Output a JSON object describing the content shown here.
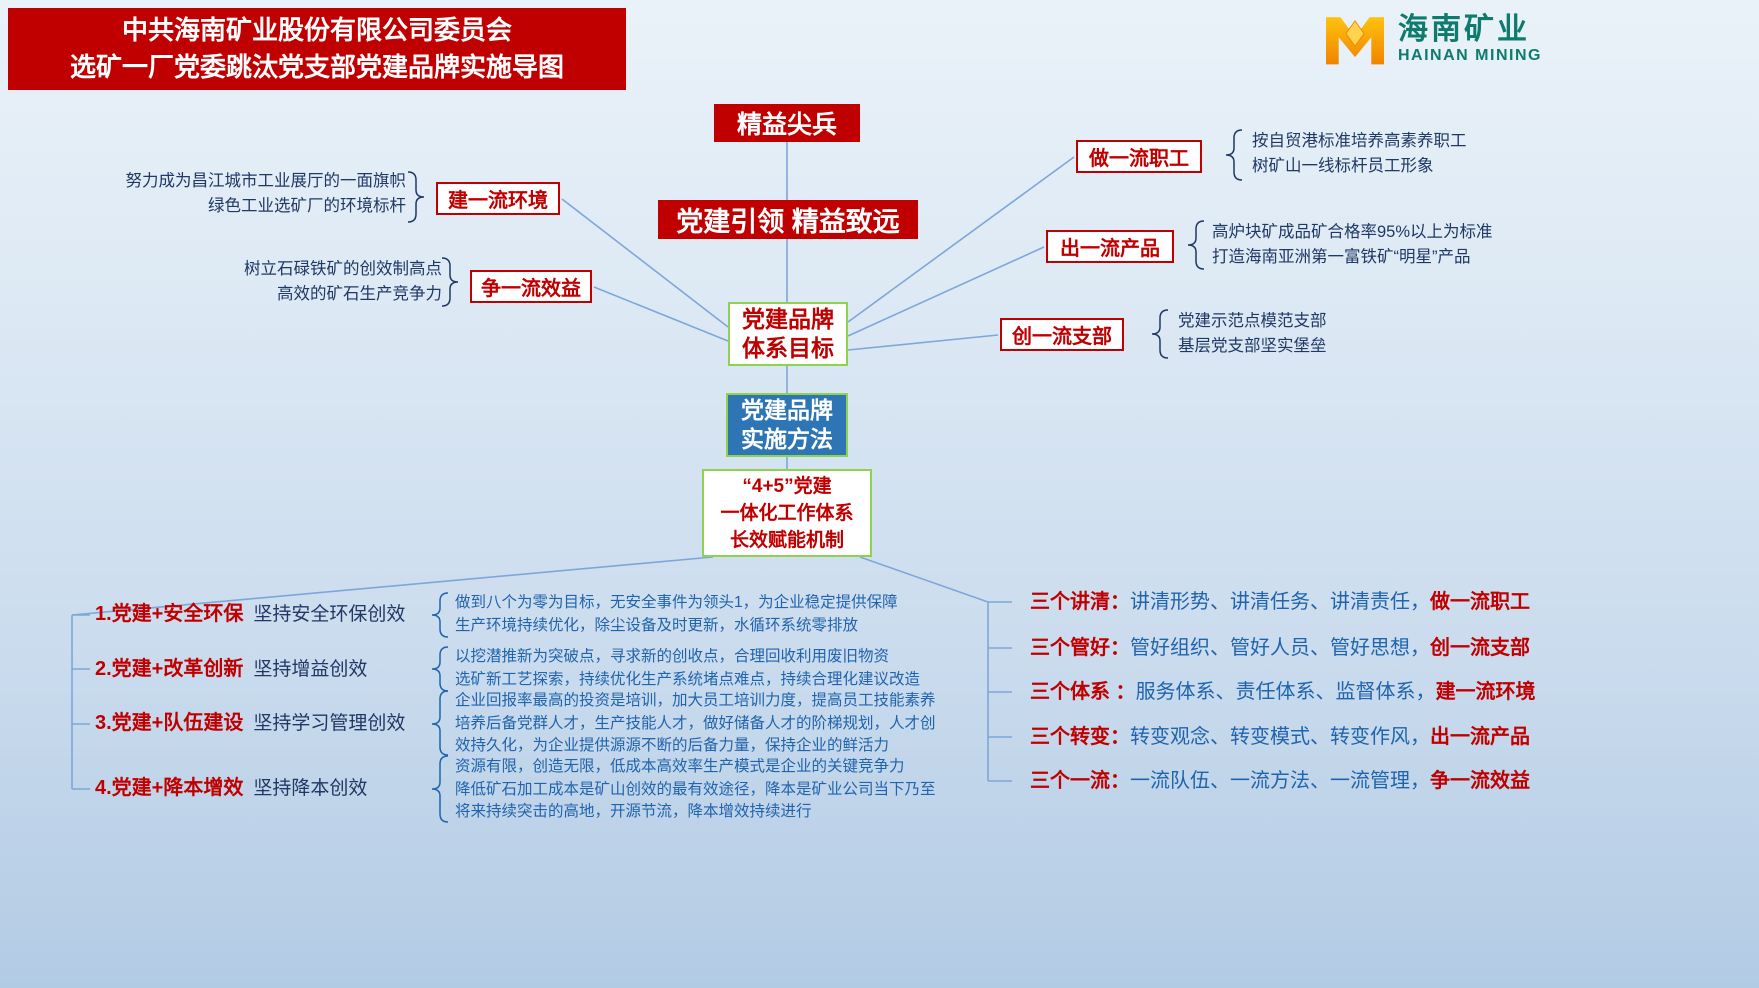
{
  "banner": {
    "line1": "中共海南矿业股份有限公司委员会",
    "line2": "选矿一厂党委跳汰党支部党建品牌实施导图"
  },
  "logo": {
    "cn": "海南矿业",
    "en": "HAINAN MINING"
  },
  "center": {
    "slogan_top": "精益尖兵",
    "slogan_main": "党建引领 精益致远",
    "goal_box": {
      "line1": "党建品牌",
      "line2": "体系目标"
    },
    "method_box": {
      "line1": "党建品牌",
      "line2": "实施方法"
    },
    "mechanism_box": {
      "line1": "“4+5”党建",
      "line2": "一体化工作体系",
      "line3": "长效赋能机制"
    }
  },
  "branches": [
    {
      "label": "建一流环境",
      "notes": [
        "努力成为昌江城市工业展厅的一面旗帜",
        "绿色工业选矿厂的环境标杆"
      ]
    },
    {
      "label": "争一流效益",
      "notes": [
        "树立石碌铁矿的创效制高点",
        "高效的矿石生产竞争力"
      ]
    },
    {
      "label": "做一流职工",
      "notes": [
        "按自贸港标准培养高素养职工",
        "树矿山一线标杆员工形象"
      ]
    },
    {
      "label": "出一流产品",
      "notes": [
        "高炉块矿成品矿合格率95%以上为标准",
        "打造海南亚洲第一富铁矿“明星”产品"
      ]
    },
    {
      "label": "创一流支部",
      "notes": [
        "党建示范点模范支部",
        "基层党支部坚实堡垒"
      ]
    }
  ],
  "left_items": [
    {
      "title": "1.党建+安全环保",
      "subtitle": "坚持安全环保创效",
      "desc": [
        "做到八个为零为目标，无安全事件为领头1，为企业稳定提供保障",
        "生产环境持续优化，除尘设备及时更新，水循环系统零排放"
      ]
    },
    {
      "title": "2.党建+改革创新",
      "subtitle": "坚持增益创效",
      "desc": [
        "以挖潜推新为突破点，寻求新的创收点，合理回收利用废旧物资",
        "选矿新工艺探索，持续优化生产系统堵点难点，持续合理化建议改造"
      ]
    },
    {
      "title": "3.党建+队伍建设",
      "subtitle": "坚持学习管理创效",
      "desc": [
        "企业回报率最高的投资是培训，加大员工培训力度，提高员工技能素养",
        "培养后备党群人才，生产技能人才，做好储备人才的阶梯规划，人才创",
        "效持久化，为企业提供源源不断的后备力量，保持企业的鲜活力"
      ]
    },
    {
      "title": "4.党建+降本增效",
      "subtitle": "坚持降本创效",
      "desc": [
        "资源有限，创造无限，低成本高效率生产模式是企业的关键竞争力",
        "降低矿石加工成本是矿山创效的最有效途径，降本是矿业公司当下乃至",
        "将来持续突击的高地，开源节流，降本增效持续进行"
      ]
    }
  ],
  "right_items": [
    {
      "label": "三个讲清：",
      "content": "讲清形势、讲清任务、讲清责任，",
      "tail": "做一流职工"
    },
    {
      "label": "三个管好：",
      "content": "管好组织、管好人员、管好思想，",
      "tail": "创一流支部"
    },
    {
      "label": "三个体系 ：",
      "content": "服务体系、责任体系、监督体系，",
      "tail": "建一流环境"
    },
    {
      "label": "三个转变：",
      "content": "转变观念、转变模式、转变作风，",
      "tail": "出一流产品"
    },
    {
      "label": "三个一流：",
      "content": "一流队伍、一流方法、一流管理，",
      "tail": "争一流效益"
    }
  ],
  "colors": {
    "accent_red": "#c00000",
    "method_box_blue": "#2e75b6",
    "border_green": "#8fd24f",
    "note_navy": "#1f3864",
    "desc_blue": "#2064ad",
    "connector_blue": "#7da7d9",
    "logo_orange": "#f08300",
    "logo_teal": "#0e7b6d"
  }
}
